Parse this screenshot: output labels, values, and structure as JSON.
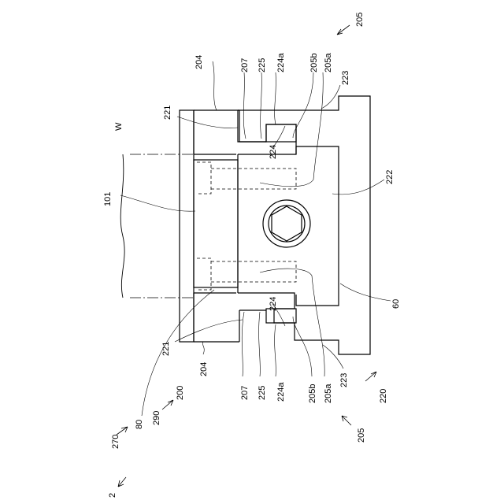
{
  "figure": {
    "labels": {
      "l2": "2",
      "l270": "270",
      "l80": "80",
      "l290": "290",
      "l200": "200",
      "l204a": "204",
      "l204b": "204",
      "l207a": "207",
      "l207b": "207",
      "l225a": "225",
      "l225b": "225",
      "l224a_top": "224a",
      "l224a_bot": "224a",
      "l205b_top": "205b",
      "l205b_bot": "205b",
      "l205a_top": "205a",
      "l205a_bot": "205a",
      "l205_top": "205",
      "l205_bot": "205",
      "l223a": "223",
      "l223b": "223",
      "l221a": "221",
      "l221b": "221",
      "l224_top": "224",
      "l224_bot": "224",
      "lW": "W",
      "l101": "101",
      "l222": "222",
      "l60": "60",
      "l220": "220"
    }
  }
}
